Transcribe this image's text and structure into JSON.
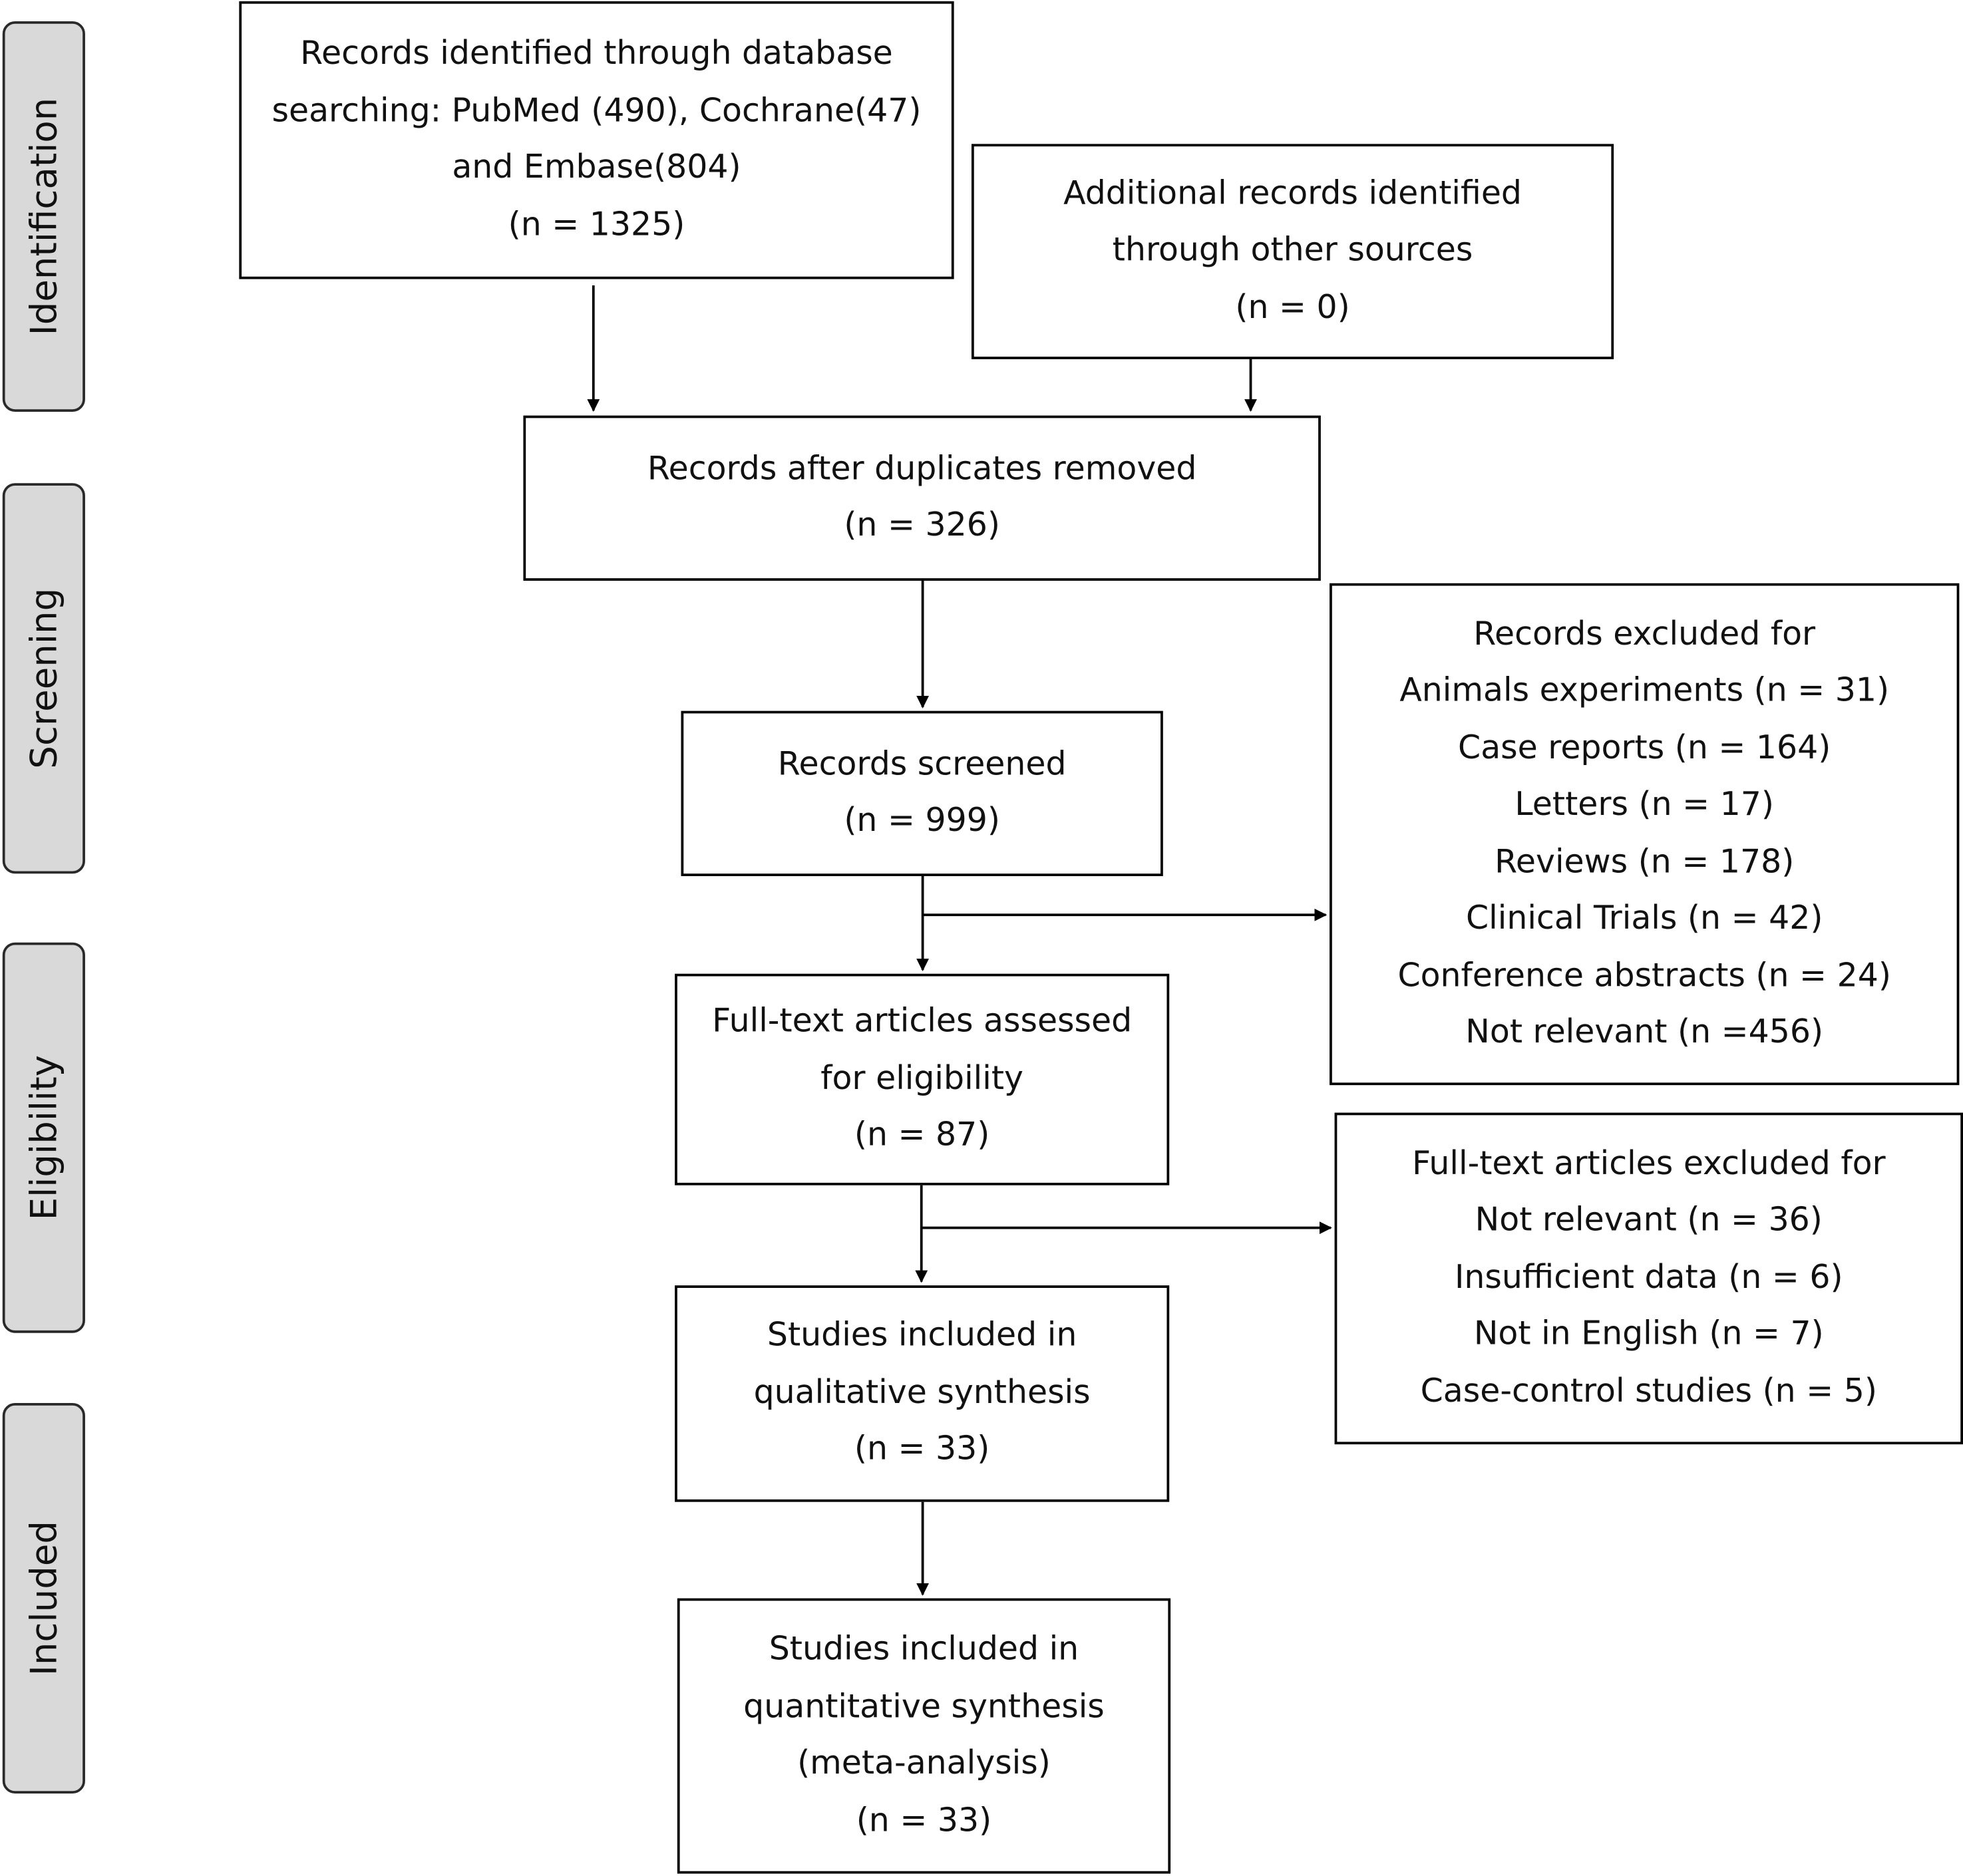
{
  "phases": {
    "identification": "Identification",
    "screening": "Screening",
    "eligibility": "Eligibility",
    "included": "Included"
  },
  "boxes": {
    "database_search": {
      "lines": [
        "Records identified through database",
        "searching: PubMed (490), Cochrane(47)",
        "and Embase(804)",
        "(n = 1325)"
      ]
    },
    "other_sources": {
      "lines": [
        "Additional records identified",
        "through other sources",
        "(n = 0)"
      ]
    },
    "after_duplicates": {
      "lines": [
        "Records after duplicates removed",
        "(n = 326)"
      ]
    },
    "records_screened": {
      "lines": [
        "Records screened",
        "(n = 999)"
      ]
    },
    "records_excluded": {
      "lines": [
        "Records excluded for",
        "Animals experiments (n = 31)",
        "Case reports (n = 164)",
        "Letters (n = 17)",
        "Reviews (n = 178)",
        "Clinical Trials (n = 42)",
        "Conference abstracts (n = 24)",
        "Not relevant (n =456)"
      ]
    },
    "full_text_assessed": {
      "lines": [
        "Full-text articles assessed",
        "for eligibility",
        "(n = 87)"
      ]
    },
    "full_text_excluded": {
      "lines": [
        "Full-text articles excluded for",
        "Not relevant (n = 36)",
        "Insufficient data (n = 6)",
        "Not in English (n = 7)",
        "Case-control studies (n = 5)"
      ]
    },
    "qualitative": {
      "lines": [
        "Studies included in",
        "qualitative synthesis",
        "(n = 33)"
      ]
    },
    "quantitative": {
      "lines": [
        "Studies included in",
        "quantitative synthesis",
        "(meta-analysis)",
        "(n = 33)"
      ]
    }
  }
}
